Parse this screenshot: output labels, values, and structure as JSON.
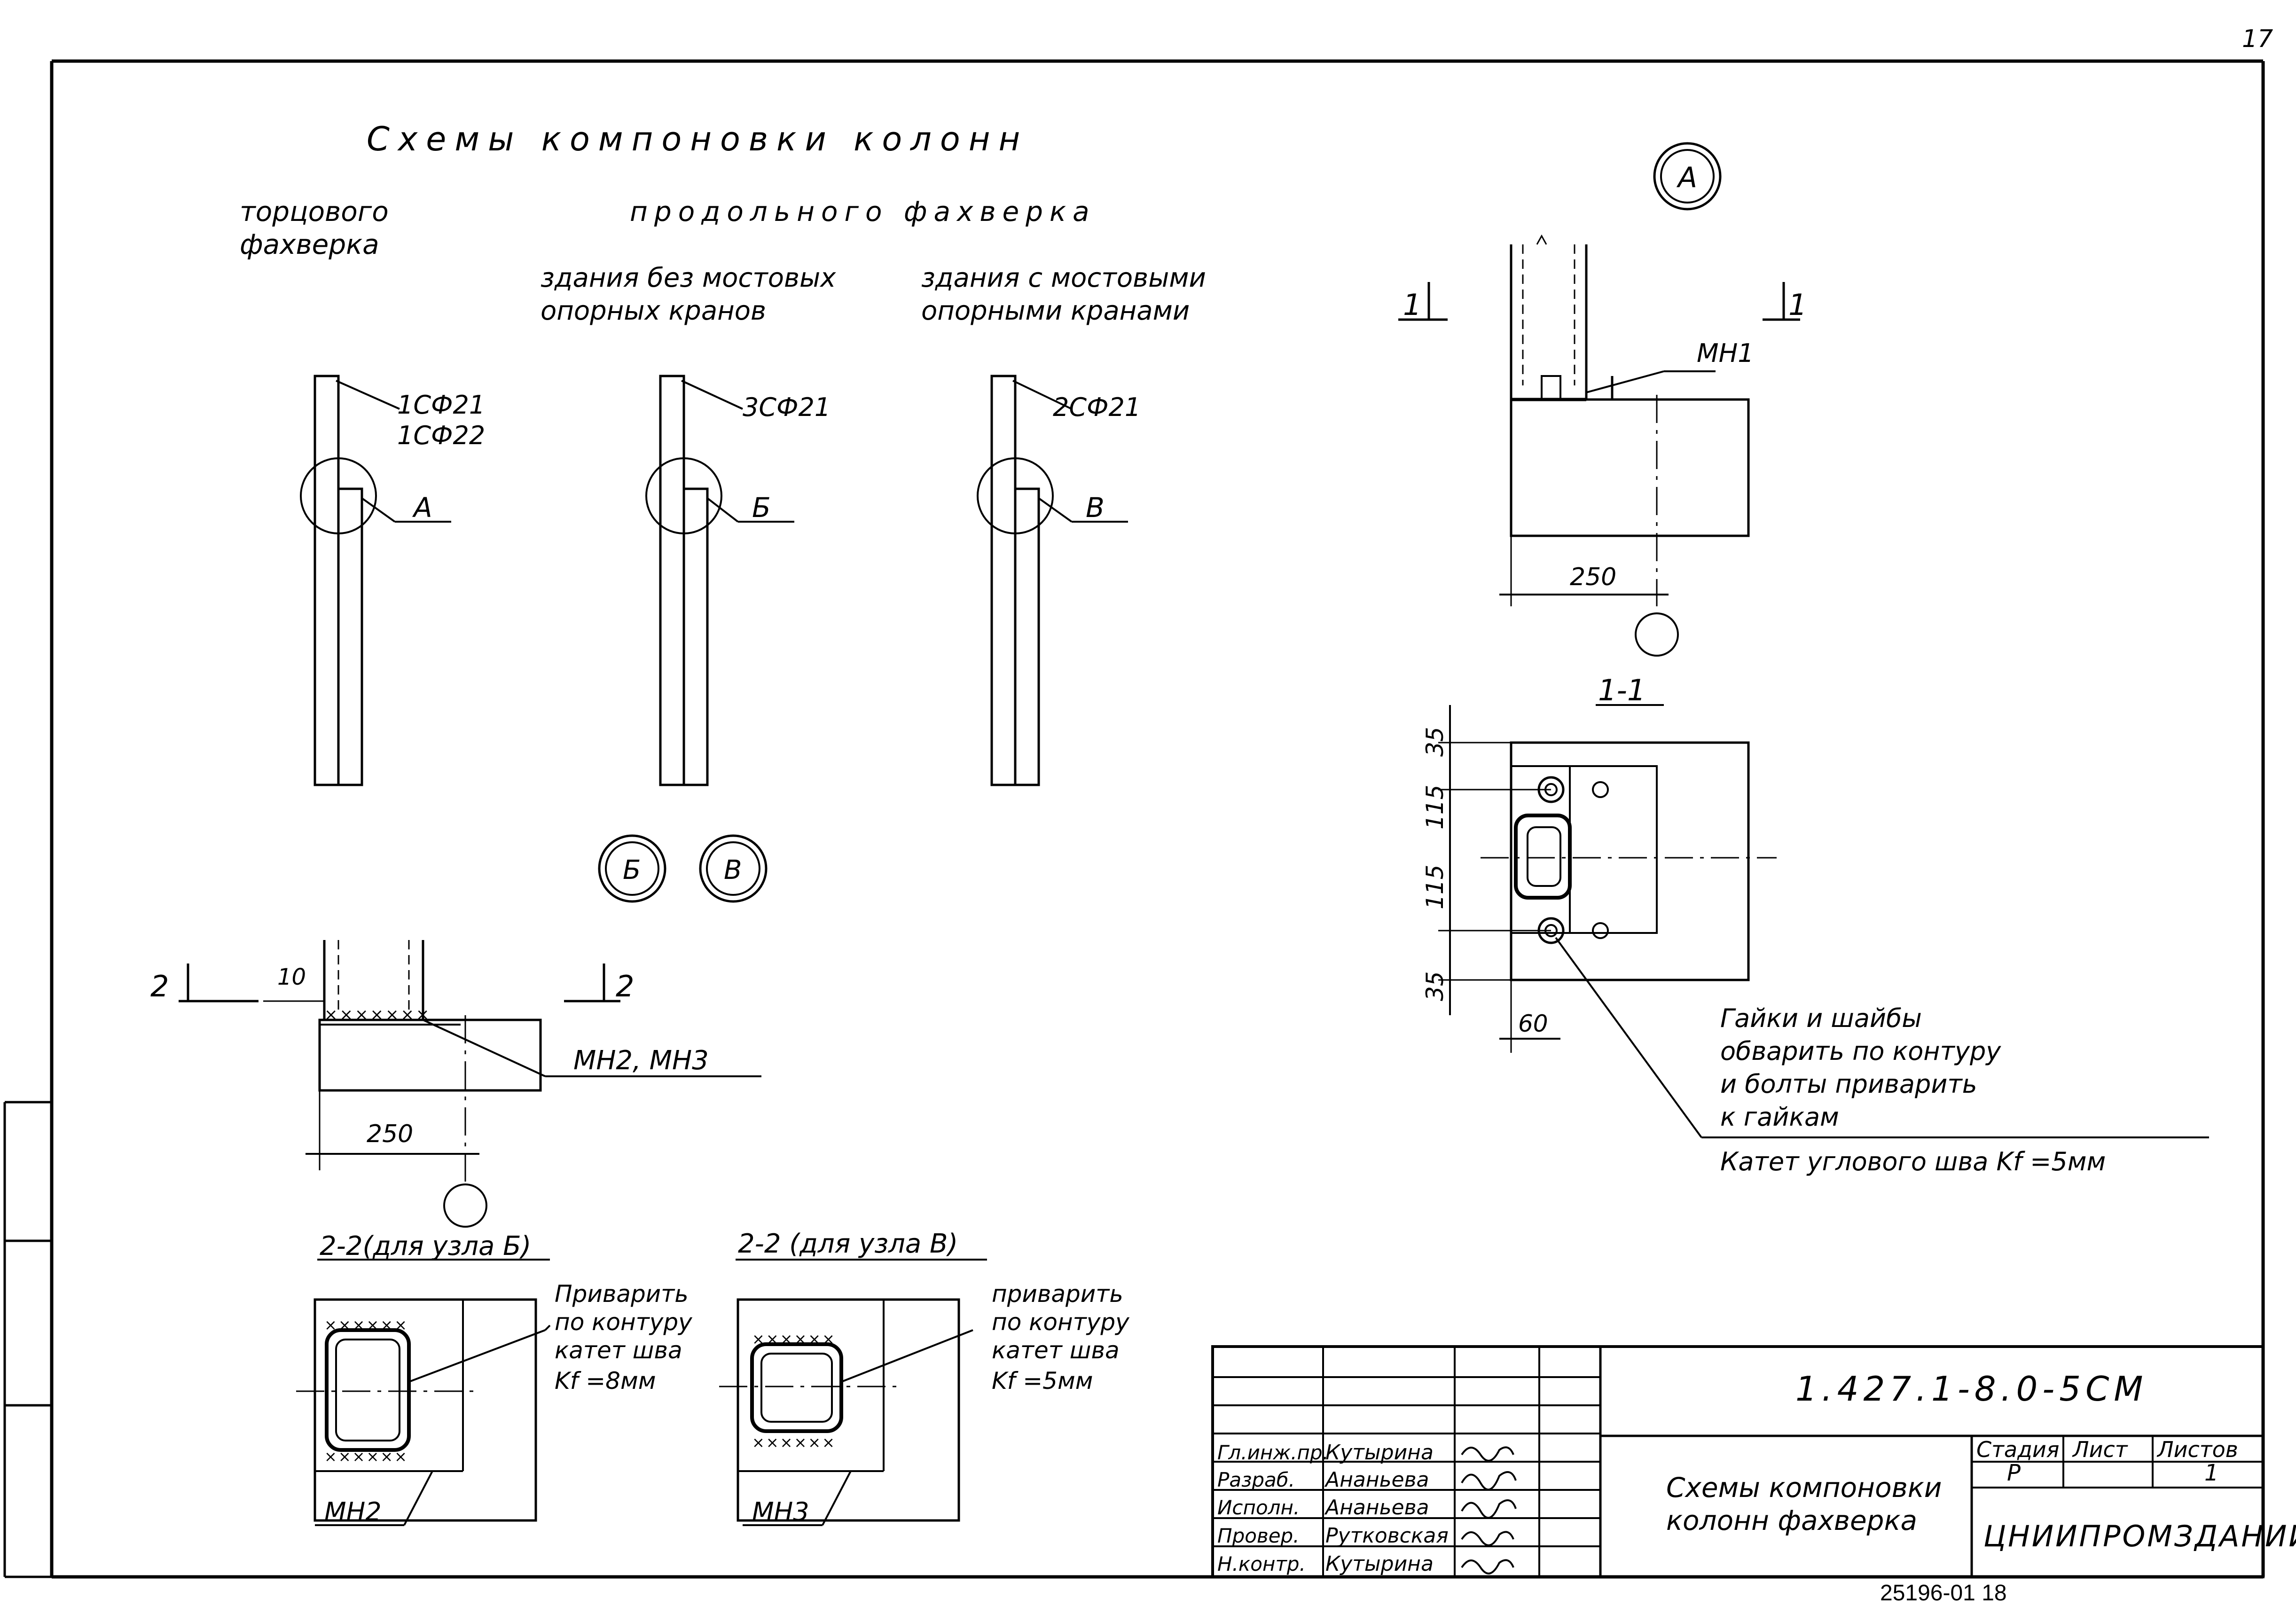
{
  "page_number": "17",
  "title": "Схемы компоновки колонн",
  "subtitle_end": "торцового фахверка",
  "subtitle_long": "продольного фахверка",
  "sub_no_crane": "здания без мостовых опорных кранов",
  "sub_crane": "здания с мостовыми опорными кранами",
  "columns": [
    {
      "marks": [
        "1СФ21",
        "1СФ22"
      ],
      "node": "А"
    },
    {
      "marks": [
        "3СФ21"
      ],
      "node": "Б"
    },
    {
      "marks": [
        "2СФ21"
      ],
      "node": "В"
    }
  ],
  "node_a": {
    "label": "А",
    "section": "1",
    "plate": "МН1",
    "dim": "250"
  },
  "section_11": {
    "title": "1-1",
    "dims": [
      "35",
      "115",
      "115",
      "35"
    ],
    "dim_bottom": "60",
    "note": [
      "Гайки и шайбы",
      "обварить по контуру",
      "и болты приварить",
      "к гайкам"
    ],
    "weld": "Катет углового шва Kf =5мм"
  },
  "node_bv": {
    "labels": [
      "Б",
      "В"
    ],
    "section": "2",
    "dim_top": "10",
    "plates": "МН2, МН3",
    "dim": "250"
  },
  "section_22_b": {
    "title": "2-2(для узла Б)",
    "note": [
      "Приварить",
      "по контуру",
      "катет шва",
      "Kf =8мм"
    ],
    "plate": "МН2"
  },
  "section_22_v": {
    "title": "2-2 (для узла В)",
    "note": [
      "приварить",
      "по контуру",
      "катет шва",
      "Kf =5мм"
    ],
    "plate": "МН3"
  },
  "title_block": {
    "code": "1.427.1-8.0-5СМ",
    "name": [
      "Схемы компоновки",
      "колонн фахверка"
    ],
    "headers": [
      "Стадия",
      "Лист",
      "Листов"
    ],
    "values": [
      "Р",
      "",
      "1"
    ],
    "org": "ЦНИИПРОМЗДАНИЙ",
    "staff": [
      {
        "role": "Гл.инж.пр.",
        "name": "Кутырина"
      },
      {
        "role": "Разраб.",
        "name": "Ананьева"
      },
      {
        "role": "Исполн.",
        "name": "Ананьева"
      },
      {
        "role": "Провер.",
        "name": "Рутковская"
      },
      {
        "role": "Н.контр.",
        "name": "Кутырина"
      }
    ]
  },
  "footer": "25196-01 18"
}
